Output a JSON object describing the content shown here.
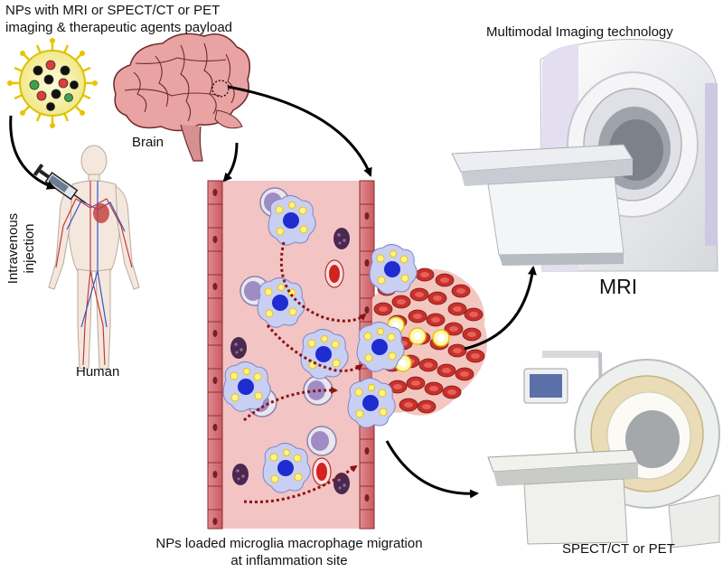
{
  "labels": {
    "nps_title_line1": "NPs with MRI or SPECT/CT   or PET",
    "nps_title_line2": "imaging & therapeutic agents payload",
    "brain": "Brain",
    "iv_line1": "Intravenous",
    "iv_line2": "injection",
    "human": "Human",
    "multimodal": "Multimodal Imaging technology",
    "mri": "MRI",
    "migration_line1": "NPs loaded microglia macrophage migration",
    "migration_line2": "at inflammation site",
    "spect": "SPECT/CT or PET"
  },
  "colors": {
    "vessel_wall": "#d9737a",
    "vessel_lumen": "#f2c4c4",
    "nanoparticle_core": "#f6f0a8",
    "nanoparticle_spike": "#e8c400",
    "macrophage": "#c9cff2",
    "nucleus": "#1f2ccf",
    "rbc": "#c8302c",
    "arrow": "#000000",
    "dotted_path": "#8a1414"
  },
  "icons": [
    "nanoparticle-icon",
    "brain-icon",
    "human-body-icon",
    "syringe-icon",
    "mri-scanner-icon",
    "spect-pet-scanner-icon",
    "blood-vessel-icon",
    "macrophage-icon",
    "red-blood-cell-icon"
  ]
}
